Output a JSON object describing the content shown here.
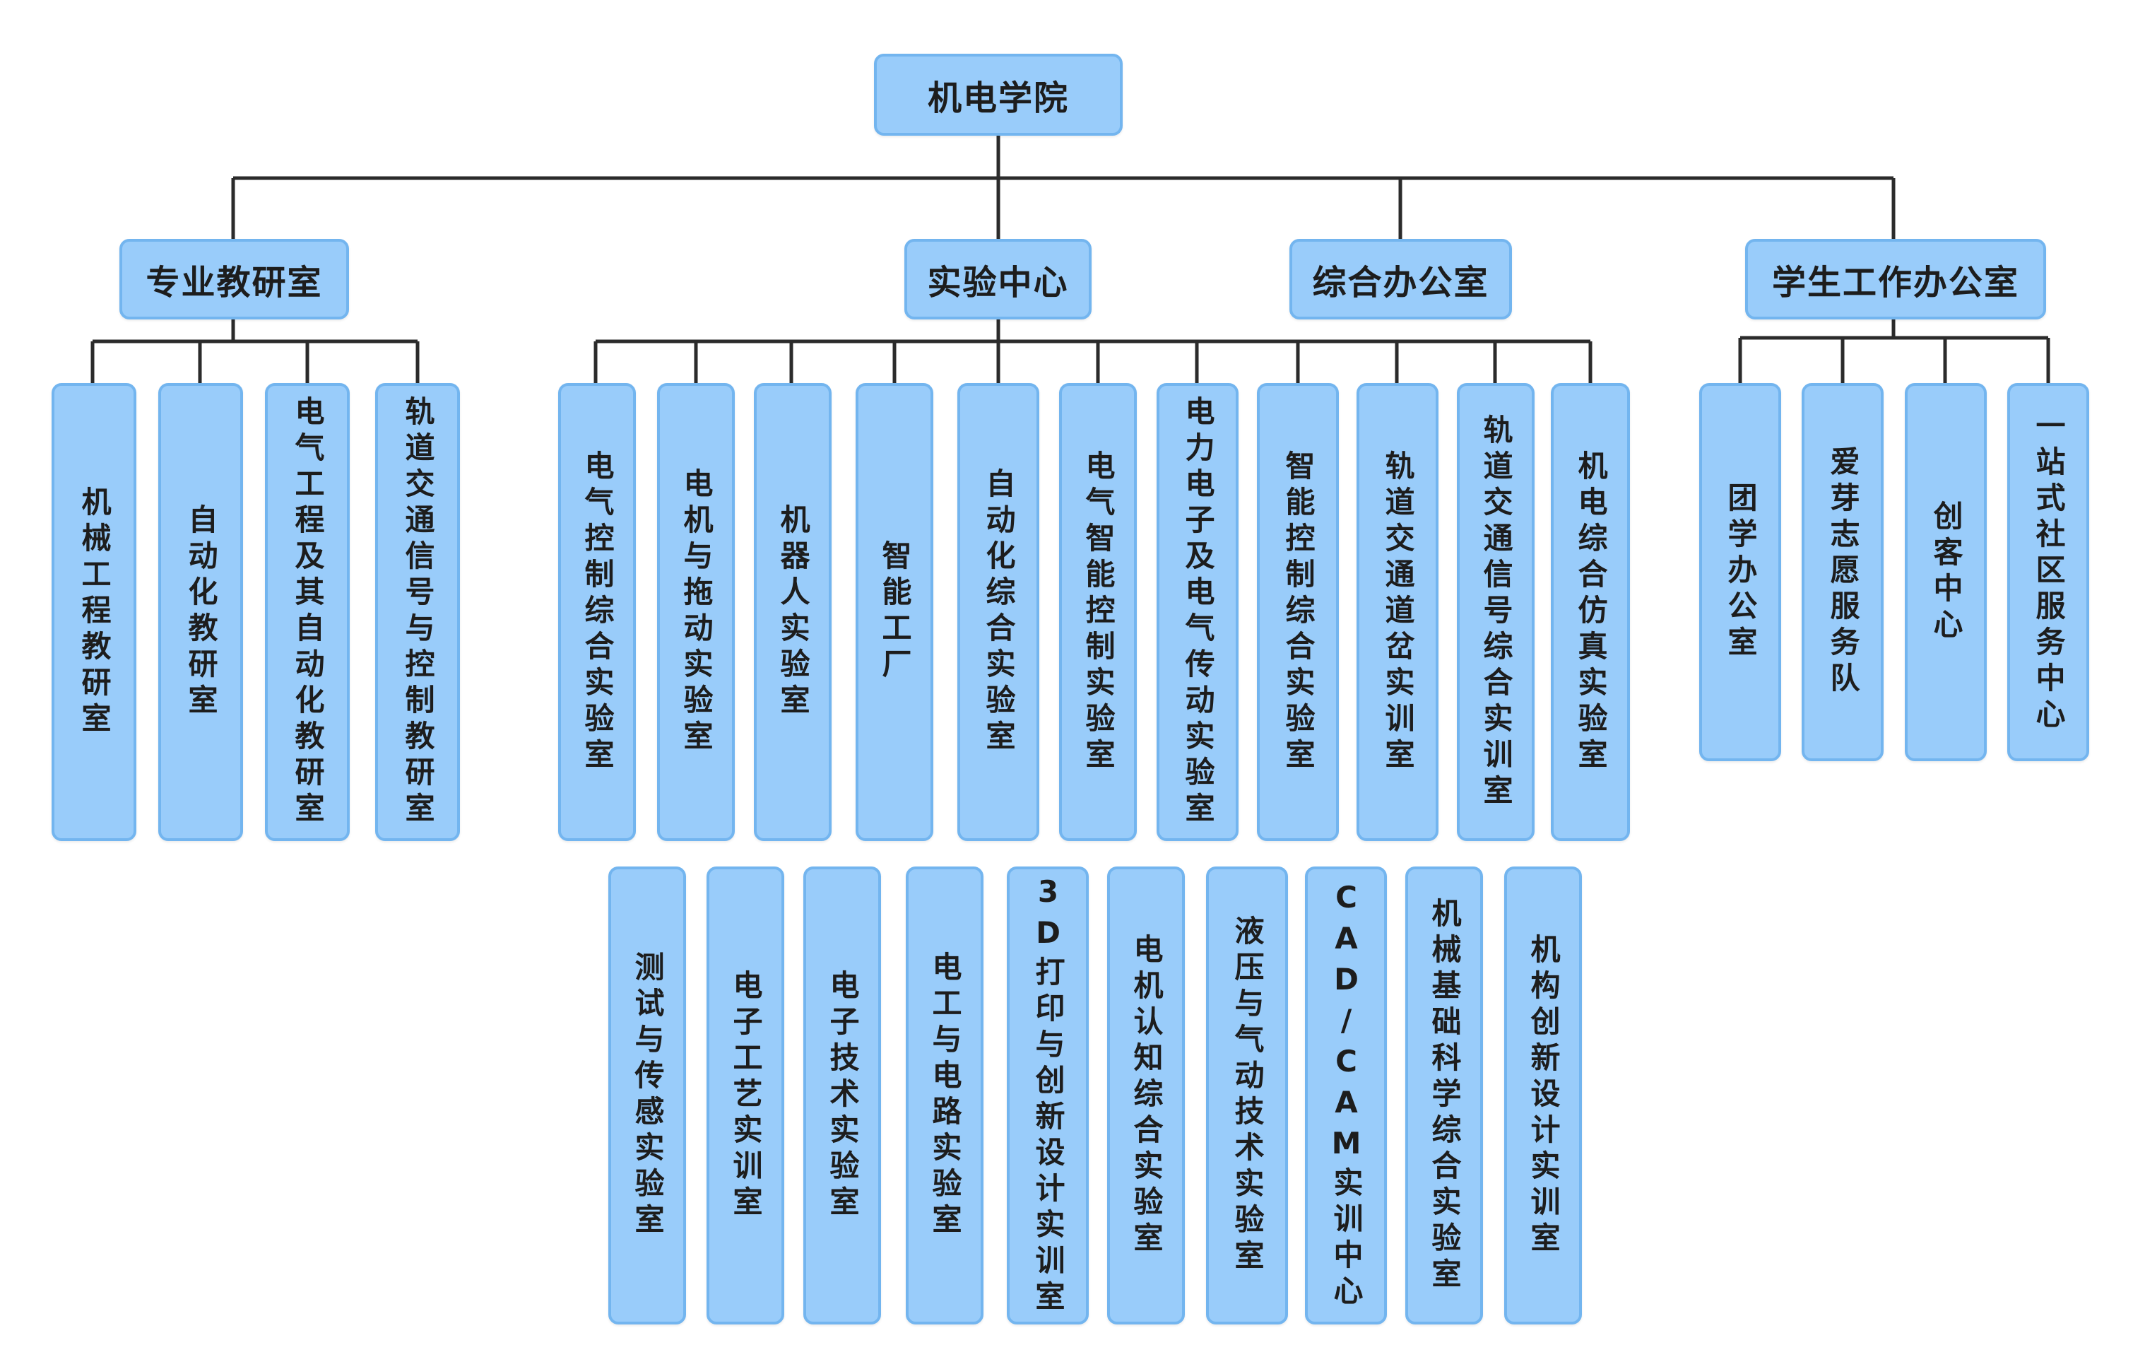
{
  "root": {
    "label": "机电学院"
  },
  "branches": [
    {
      "label": "专业教研室",
      "children": [
        "机械工程教研室",
        "自动化教研室",
        "电气工程及其自动化教研室",
        "轨道交通信号与控制教研室"
      ]
    },
    {
      "label": "实验中心",
      "children_row1": [
        "电气控制综合实验室",
        "电机与拖动实验室",
        "机器人实验室",
        "智能工厂",
        "自动化综合实验室",
        "电气智能控制实验室",
        "电力电子及电气传动实验室",
        "智能控制综合实验室",
        "轨道交通道岔实训室",
        "轨道交通信号综合实训室",
        "机电综合仿真实验室"
      ],
      "children_row2": [
        "测试与传感实验室",
        "电子工艺实训室",
        "电子技术实验室",
        "电工与电路实验室",
        "3D打印与创新设计实训室",
        "电机认知综合实验室",
        "液压与气动技术实验室",
        "CAD/CAM实训中心",
        "机械基础科学综合实验室",
        "机构创新设计实训室"
      ]
    },
    {
      "label": "综合办公室",
      "children": []
    },
    {
      "label": "学生工作办公室",
      "children": [
        "团学办公室",
        "爱芽志愿服务队",
        "创客中心",
        "一站式社区服务中心"
      ]
    }
  ],
  "colors": {
    "node_fill": "#99ccfa",
    "node_border": "#73b5ef",
    "line": "#2b2b2b",
    "text": "#1d1d1d"
  }
}
